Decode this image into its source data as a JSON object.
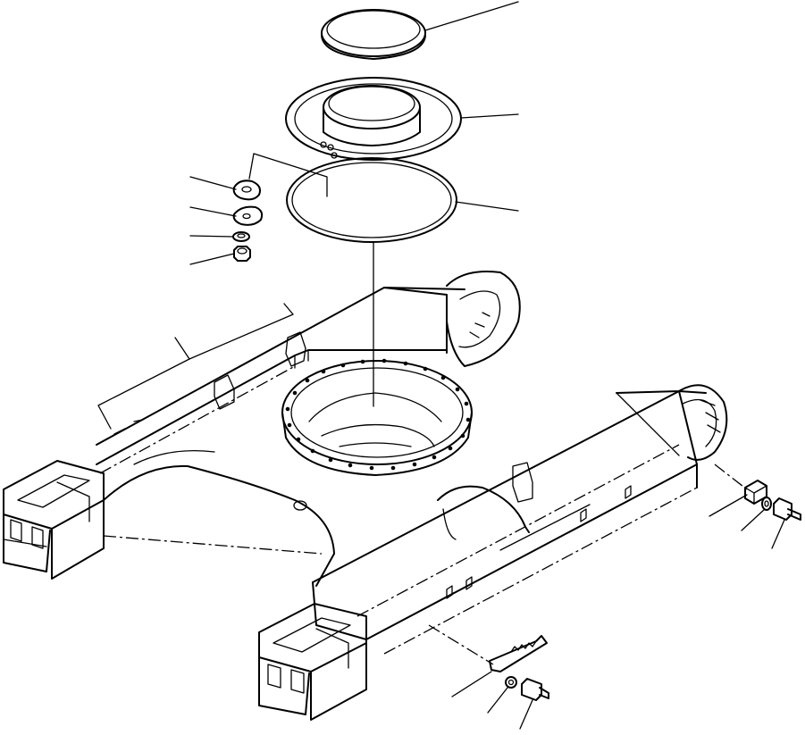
{
  "figure": {
    "type": "exploded-parts-diagram",
    "subject": "track frame",
    "line_color": "#000000",
    "background": "#ffffff",
    "printed_text": []
  },
  "callouts": [
    {
      "id": "1",
      "points_to": "cover-ring"
    },
    {
      "id": "2",
      "points_to": "bearing-retainer-plate"
    },
    {
      "id": "3",
      "points_to": "seal-ring"
    },
    {
      "id": "4",
      "points_to": "plate-a"
    },
    {
      "id": "5",
      "points_to": "plate-b"
    },
    {
      "id": "6",
      "points_to": "washer-small"
    },
    {
      "id": "7",
      "points_to": "nut"
    },
    {
      "id": "8",
      "points_to": "track-frame"
    },
    {
      "id": "9",
      "points_to": "block"
    },
    {
      "id": "10",
      "points_to": "washer-right"
    },
    {
      "id": "11",
      "points_to": "bolt-right"
    },
    {
      "id": "12",
      "points_to": "guard-bracket"
    },
    {
      "id": "13",
      "points_to": "washer-bottom"
    },
    {
      "id": "14",
      "points_to": "bolt-bottom"
    }
  ]
}
